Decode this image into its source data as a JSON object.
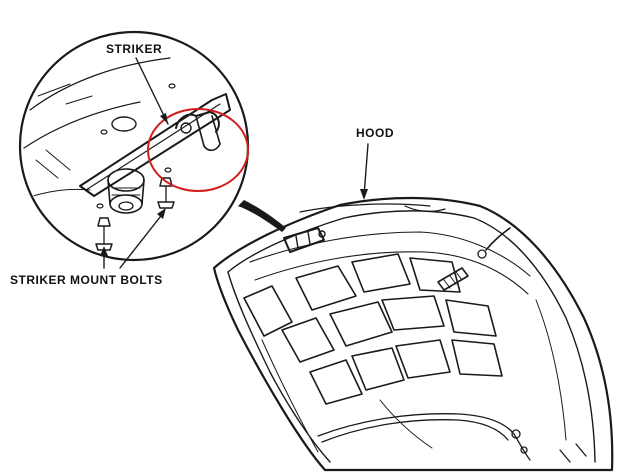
{
  "labels": {
    "striker": "STRIKER",
    "hood": "HOOD",
    "striker_mount_bolts": "STRIKER MOUNT BOLTS"
  },
  "colors": {
    "ink": "#1a1a1a",
    "highlight": "#d21e1e",
    "background": "#ffffff"
  }
}
